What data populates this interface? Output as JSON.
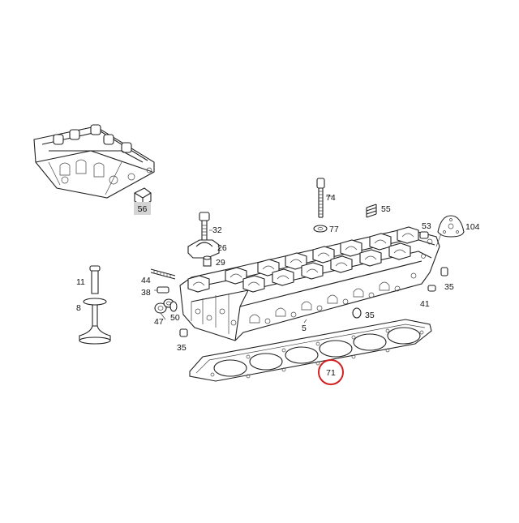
{
  "labels": {
    "p56": "56",
    "p74": "74",
    "p55": "55",
    "p77": "77",
    "p32": "32",
    "p53": "53",
    "p104": "104",
    "p26": "26",
    "p29": "29",
    "p44": "44",
    "p38": "38",
    "p11": "11",
    "p35a": "35",
    "p41": "41",
    "p8": "8",
    "p47": "47",
    "p50": "50",
    "p35b": "35",
    "p5": "5",
    "p35c": "35",
    "p71": "71"
  },
  "colors": {
    "highlight_circle": "#d42020",
    "label_56_box": "#d4d4d4",
    "line": "#222222"
  },
  "highlighted_part": "71"
}
